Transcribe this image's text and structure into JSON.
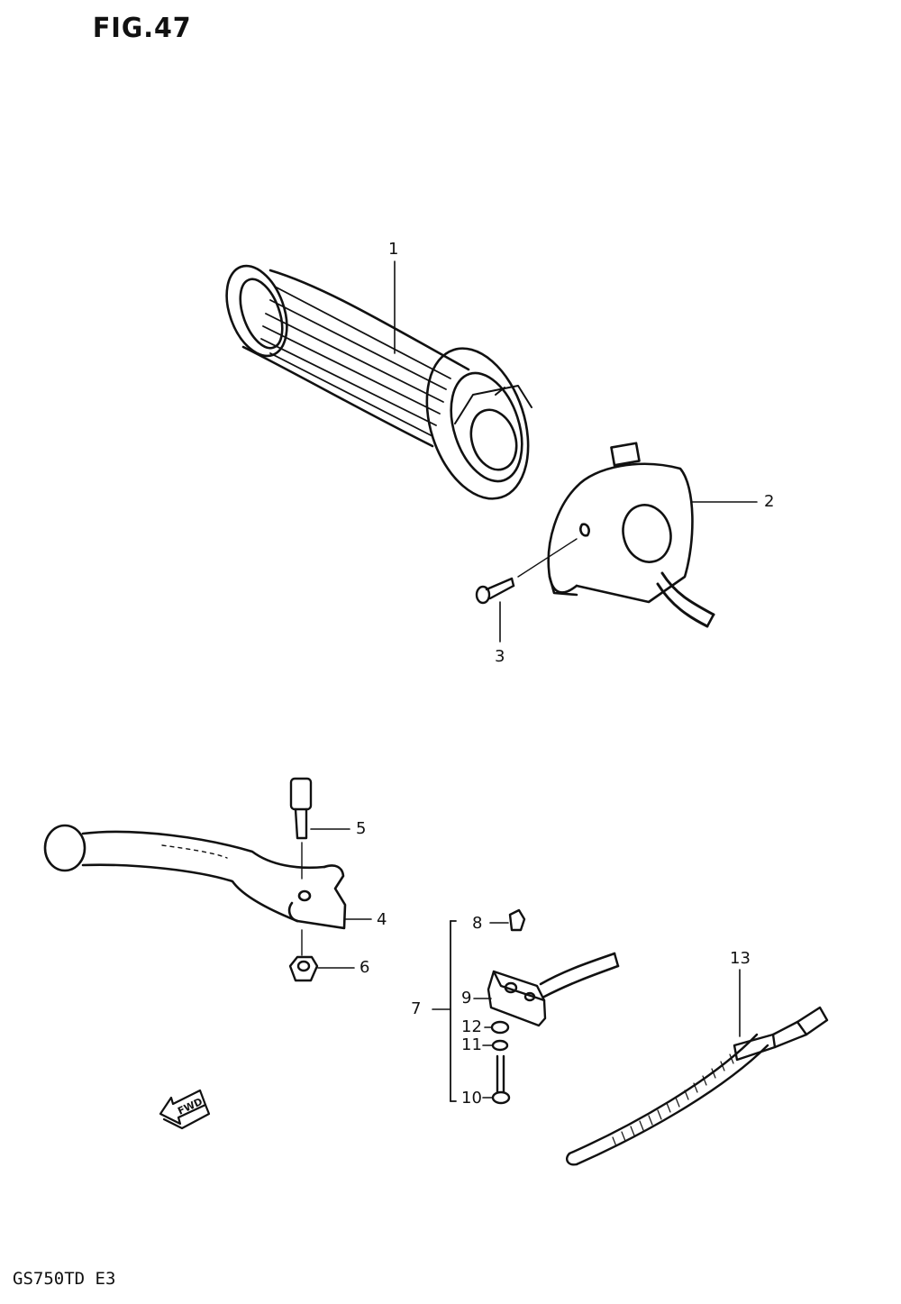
{
  "figure": {
    "title": "FIG.47",
    "model_code": "GS750TD E3"
  },
  "callouts": {
    "p1": "1",
    "p2": "2",
    "p3": "3",
    "p4": "4",
    "p5": "5",
    "p6": "6",
    "p7": "7",
    "p8": "8",
    "p9": "9",
    "p10": "10",
    "p11": "11",
    "p12": "12",
    "p13": "13"
  },
  "direction_arrow": {
    "label": "FWD",
    "icon": "forward-arrow-icon"
  },
  "colors": {
    "ink": "#111111",
    "paper": "#ffffff"
  }
}
